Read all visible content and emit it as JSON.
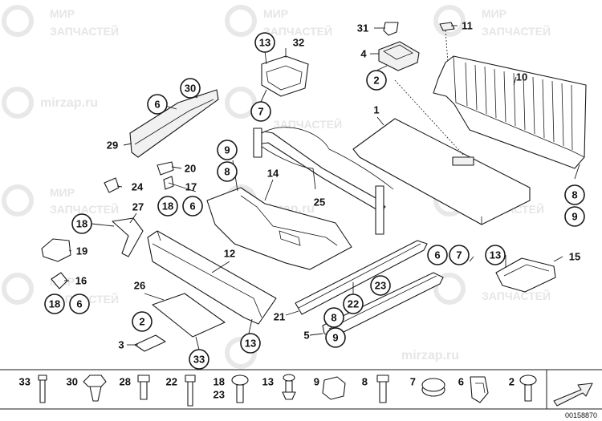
{
  "watermark": {
    "line1": "МИР",
    "line2": "ЗАПЧАСТЕЙ",
    "site": "mirzap.ru"
  },
  "labels": {
    "l1": "1",
    "l2": "2",
    "l3": "3",
    "l4": "4",
    "l5": "5",
    "l6": "6",
    "l7": "7",
    "l8": "8",
    "l9": "9",
    "l10": "10",
    "l11": "11",
    "l12": "12",
    "l13": "13",
    "l14": "14",
    "l15": "15",
    "l16": "16",
    "l17": "17",
    "l18": "18",
    "l19": "19",
    "l20": "20",
    "l21": "21",
    "l22": "22",
    "l23": "23",
    "l24": "24",
    "l25": "25",
    "l26": "26",
    "l27": "27",
    "l28": "28",
    "l29": "29",
    "l30": "30",
    "l31": "31",
    "l32": "32",
    "l33": "33"
  },
  "bottom_strip": [
    "33",
    "30",
    "28",
    "22",
    "18",
    "23",
    "13",
    "9",
    "8",
    "7",
    "6",
    "2"
  ],
  "diagram_number": "00158870"
}
